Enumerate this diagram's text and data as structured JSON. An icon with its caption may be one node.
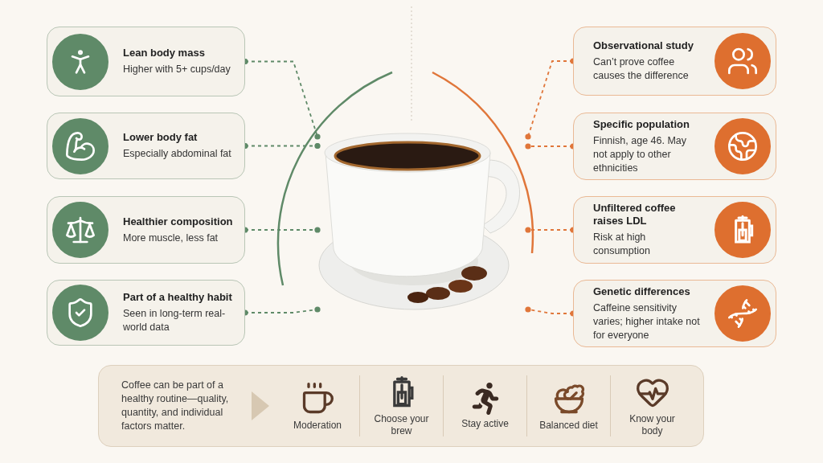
{
  "diagram": {
    "nodes": [
      {
        "text": [
          "Lean body mass",
          "Higher with 5+ cups/day"
        ]
      },
      {
        "text": [
          "Lower body fat",
          "Especially abdominal fat"
        ]
      },
      {
        "text": [
          "Healthier composition",
          "More muscle, less fat"
        ]
      },
      {
        "text": [
          "Part of a healthy habit",
          "Seen in long-term real-world data"
        ]
      },
      {
        "text": [
          "Observational study",
          "Can’t prove coffee causes the difference"
        ]
      },
      {
        "text": [
          "Specific population",
          "Finnish, age 46. May not apply to other ethnicities"
        ]
      },
      {
        "text": [
          "Unfiltered coffee raises LDL",
          "Risk at high consumption"
        ]
      },
      {
        "text": [
          "Genetic differences",
          "Caffeine sensitivity varies; higher intake not for everyone"
        ]
      },
      {
        "text": [],
        "shape": "picture"
      },
      {
        "text": [
          "Coffee can be part of a healthy routine—quality, quantity, and individual factors matter."
        ]
      }
    ],
    "edges": [
      {
        "from": 0,
        "to": 8,
        "arrow": "other",
        "style": "dashed",
        "color": "#5f8a68"
      },
      {
        "from": 1,
        "to": 8,
        "arrow": "other",
        "style": "dashed",
        "color": "#5f8a68"
      },
      {
        "from": 2,
        "to": 8,
        "arrow": "other",
        "style": "dashed",
        "color": "#5f8a68"
      },
      {
        "from": 3,
        "to": 8,
        "arrow": "other",
        "style": "dashed",
        "color": "#5f8a68"
      },
      {
        "from": 4,
        "to": 8,
        "arrow": "other",
        "style": "dashed",
        "color": "#e0763a"
      },
      {
        "from": 5,
        "to": 8,
        "arrow": "other",
        "style": "dashed",
        "color": "#e0763a"
      },
      {
        "from": 6,
        "to": 8,
        "arrow": "other",
        "style": "dashed",
        "color": "#e0763a"
      },
      {
        "from": 7,
        "to": 8,
        "arrow": "other",
        "style": "dashed",
        "color": "#e0763a"
      }
    ],
    "labels": [
      "Moderation",
      "Choose your brew",
      "Stay active",
      "Balanced diet",
      "Know your body"
    ]
  }
}
